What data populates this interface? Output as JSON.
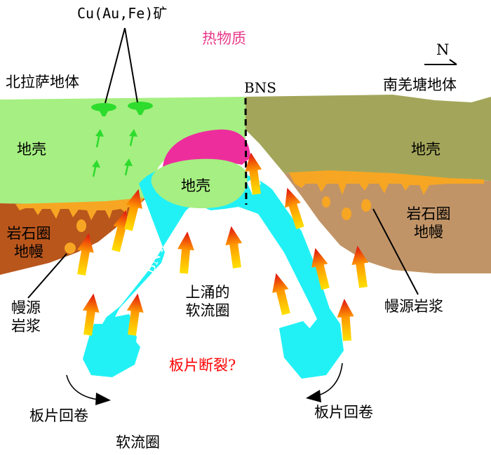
{
  "labels": {
    "ore": "Cu(Au,Fe)矿",
    "north_lhasa": "北拉萨地体",
    "south_qiangtang": "南羌塘地体",
    "bns": "BNS",
    "heat_material": "热物质",
    "north_arrow": "N",
    "crust_left": "地壳",
    "crust_right": "地壳",
    "crust_center": "地壳",
    "litho_mantle_left_1": "岩石圈",
    "litho_mantle_left_2": "地幔",
    "litho_mantle_right_1": "岩石圈",
    "litho_mantle_right_2": "地幔",
    "mantle_magma_left_1": "幔源",
    "mantle_magma_left_2": "岩浆",
    "mantle_magma_right": "幔源岩浆",
    "bnt": "BNT",
    "upwelling_1": "上涌的",
    "upwelling_2": "软流圈",
    "slab_break": "板片断裂?",
    "rollback_left": "板片回卷",
    "rollback_right": "板片回卷",
    "asthenosphere": "软流圈"
  },
  "colors": {
    "crust_left": "#a6ef82",
    "crust_right": "#a3a65a",
    "mantle_left": "#b9561c",
    "mantle_right": "#c19467",
    "magma": "#f7a623",
    "slab": "#21f1f5",
    "heat": "#ee2d9d",
    "ore": "#2ddc2d",
    "slab_break_text": "#ff0000",
    "heat_text": "#e8398a"
  }
}
